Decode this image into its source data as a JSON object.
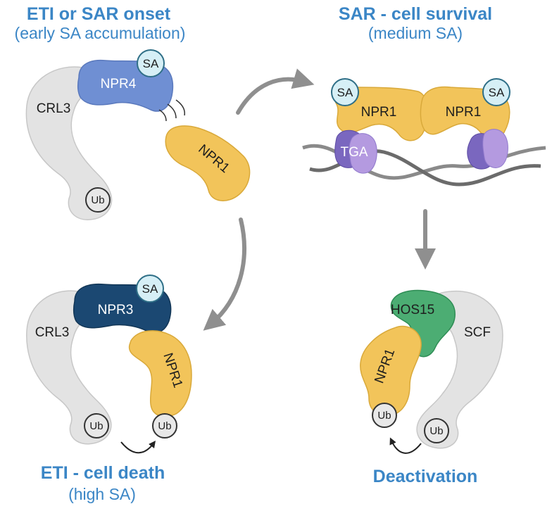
{
  "panels": {
    "top_left": {
      "title": "ETI or SAR onset",
      "subtitle": "(early SA accumulation)"
    },
    "top_right": {
      "title": "SAR - cell survival",
      "subtitle": "(medium SA)"
    },
    "bottom_left": {
      "title": "ETI - cell death",
      "subtitle": "(high SA)"
    },
    "bottom_right": {
      "title": "Deactivation"
    }
  },
  "labels": {
    "sa": "SA",
    "npr1": "NPR1",
    "npr3": "NPR3",
    "npr4": "NPR4",
    "crl3": "CRL3",
    "ub": "Ub",
    "tga": "TGA",
    "hos15": "HOS15",
    "scf": "SCF"
  },
  "colors": {
    "title": "#3b86c6",
    "npr1": "#f2c45a",
    "npr3": "#1b4872",
    "npr4": "#6f8fd3",
    "crl3": "#e3e3e3",
    "sa_circle": "#d6eff6",
    "tga": "#8e7bc9",
    "hos15": "#4cad73",
    "arrow": "#8f8f8f"
  }
}
